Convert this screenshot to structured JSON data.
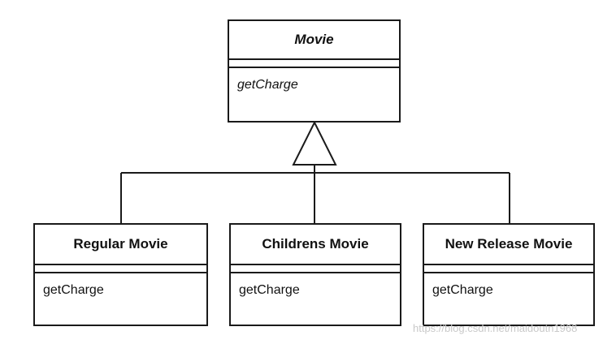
{
  "diagram": {
    "parent": {
      "name": "Movie",
      "operation": "getCharge"
    },
    "children": [
      {
        "name": "Regular Movie",
        "operation": "getCharge"
      },
      {
        "name": "Childrens Movie",
        "operation": "getCharge"
      },
      {
        "name": "New Release Movie",
        "operation": "getCharge"
      }
    ]
  },
  "watermark": "https://blog.csdn.net/maidoutn1968"
}
